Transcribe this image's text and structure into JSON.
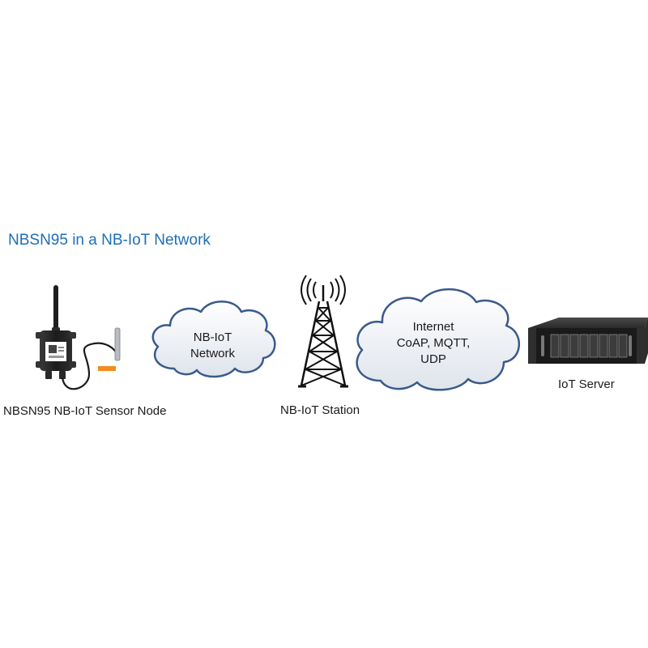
{
  "title": "NBSN95 in a NB-IoT Network",
  "nodes": {
    "sensor": {
      "label": "NBSN95 NB-IoT Sensor Node"
    },
    "nbiot_network": {
      "line1": "NB-IoT",
      "line2": "Network"
    },
    "station": {
      "label": "NB-IoT Station"
    },
    "internet": {
      "line1": "Internet",
      "line2": "CoAP, MQTT,",
      "line3": "UDP"
    },
    "server": {
      "label": "IoT Server"
    }
  },
  "colors": {
    "title": "#1f6fb5",
    "cloud_fill": "#eef1f5",
    "cloud_stroke": "#3a5a8c",
    "device_body": "#222222",
    "tag": "#f28c1e"
  },
  "icons": [
    "sensor-device-icon",
    "cloud-icon",
    "antenna-tower-icon",
    "rack-server-icon"
  ]
}
